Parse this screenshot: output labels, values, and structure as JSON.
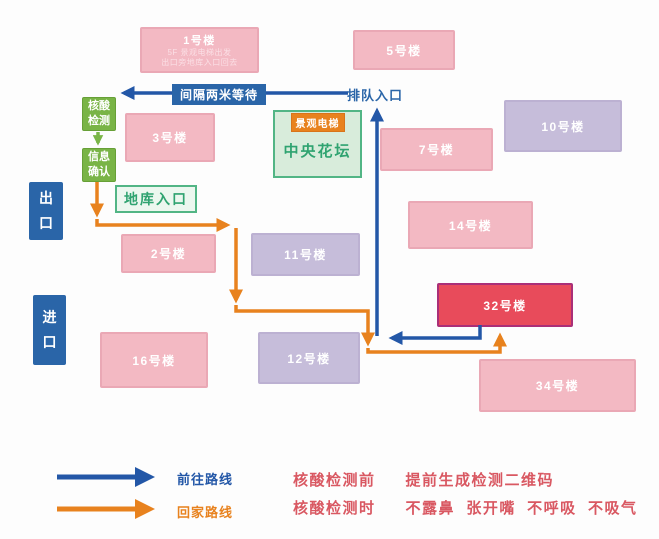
{
  "colors": {
    "route_going_blue": "#2357a7",
    "route_home_orange": "#e8821e",
    "building_pink": "#f3b9c3",
    "building_purple": "#c6bdda",
    "building_red": "#e84b5b",
    "building_red_border": "#aa2f78",
    "checkpoint_green": "#79b446",
    "area_green": "#2fa370",
    "gate_blue": "#2a65a8",
    "tips_red": "#d95862"
  },
  "buildings": [
    {
      "label": "1号楼",
      "note1": "5F 景观电梯出发",
      "note2": "出口旁地库入口回去"
    },
    {
      "label": "5号楼"
    },
    {
      "label": "3号楼"
    },
    {
      "label": "10号楼"
    },
    {
      "label": "7号楼"
    },
    {
      "label": "14号楼"
    },
    {
      "label": "2号楼"
    },
    {
      "label": "11号楼"
    },
    {
      "label": "16号楼"
    },
    {
      "label": "12号楼"
    },
    {
      "label": "32号楼"
    },
    {
      "label": "34号楼"
    }
  ],
  "markers": {
    "nucleic_test": "核酸检测",
    "info_confirm": "信息确认",
    "garage_entrance": "地库入口",
    "central_garden": "中央花坛",
    "scenic_elevator": "景观电梯",
    "wait_two_meters": "间隔两米等待",
    "queue_entrance": "排队入口",
    "exit_gate": "出口",
    "entrance_gate": "进口"
  },
  "legend": {
    "going_route": "前往路线",
    "home_route": "回家路线"
  },
  "tips": [
    {
      "when": "核酸检测前",
      "action": "提前生成检测二维码"
    },
    {
      "when": "核酸检测时",
      "action": "不露鼻  张开嘴  不呼吸  不吸气"
    }
  ]
}
